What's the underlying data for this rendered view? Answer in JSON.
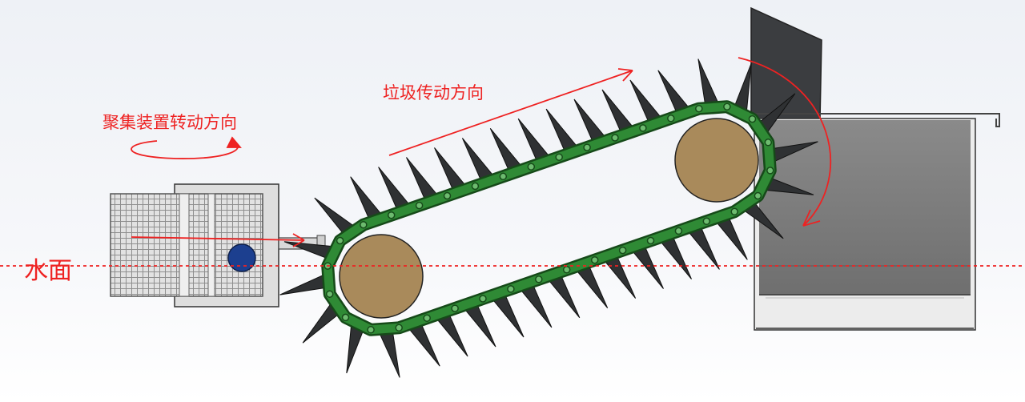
{
  "labels": {
    "aggregation_rotation": "聚集装置转动方向",
    "trash_transport": "垃圾传动方向",
    "water_surface": "水面"
  },
  "colors": {
    "annotation": "#ee2222",
    "chain": "#2f8a35",
    "chain_dark": "#164a19",
    "roller": "#a98a5b",
    "tooth": "#2f3133",
    "collector_frame": "#d6d6d6",
    "mesh": "#8a8a8a",
    "motor": "#1c3f8f",
    "bin": "#7c7c7c"
  },
  "icons": [
    "rotation-arrow-icon",
    "direction-arrow-icon",
    "curved-arrow-icon"
  ]
}
